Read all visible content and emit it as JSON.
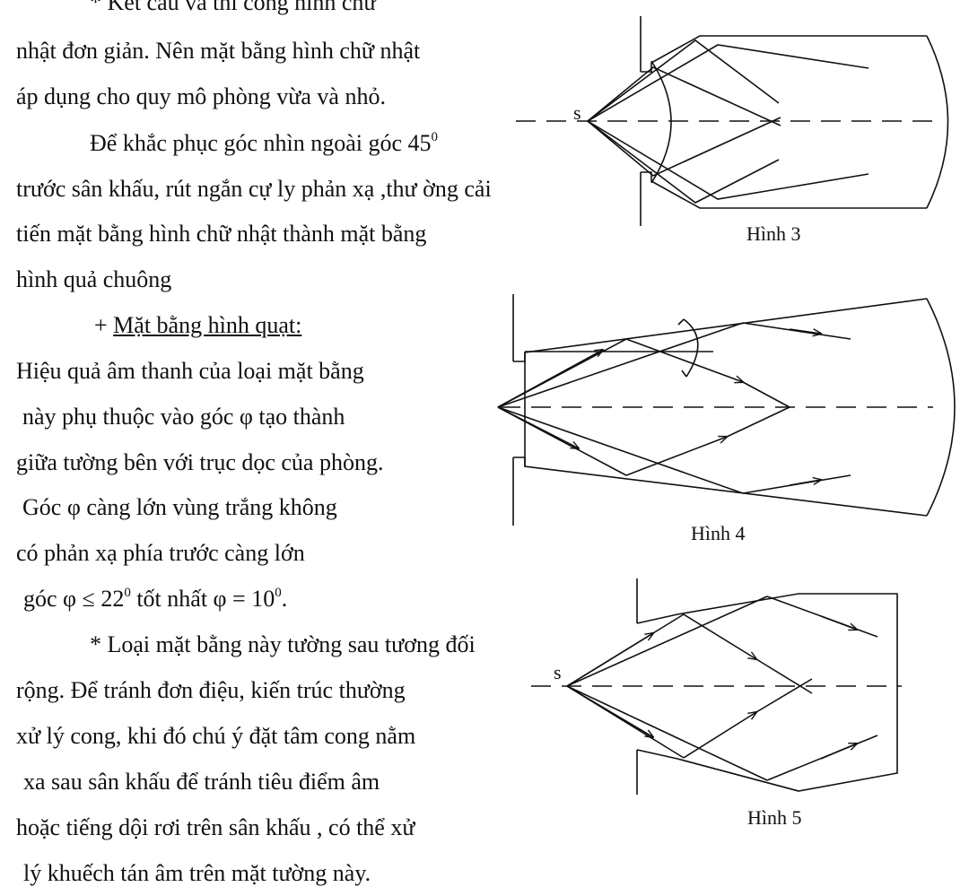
{
  "paragraphs": {
    "l1": "* Kết cấu và thi công hình chữ",
    "l2": "nhật đơn giản. Nên mặt bằng hình chữ nhật",
    "l3": "áp dụng cho quy mô phòng vừa và nhỏ.",
    "l4_pre": "Để khắc phục góc nhìn ngoài góc 45",
    "l4_sup": "0",
    "l5": "trước sân khấu, rút ngắn cự ly phản xạ ,thư ờng cải",
    "l6": "tiến mặt bằng hình chữ nhật thành mặt bằng",
    "l7": "hình quả chuông",
    "l8_plus": "+ ",
    "l8_heading": "Mặt bằng hình quạt:",
    "l9": "Hiệu quả âm thanh của loại mặt bằng",
    "l10": "này phụ thuộc vào góc φ tạo thành",
    "l11": "giữa tường bên với trục dọc của phòng.",
    "l12": "Góc φ càng lớn vùng trắng không",
    "l13": "có phản xạ phía trước càng lớn",
    "l14_a": "góc φ ≤ 22",
    "l14_sup1": "0",
    "l14_b": " tốt nhất φ = 10",
    "l14_sup2": "0",
    "l14_c": ".",
    "l15": "* Loại mặt bằng này tường sau tương đối",
    "l16": "rộng. Để tránh đơn điệu, kiến trúc thường",
    "l17": "xử lý cong, khi đó chú ý đặt tâm cong nằm",
    "l18": "xa sau sân khấu để tránh tiêu điểm âm",
    "l19": "hoặc tiếng dội rơi trên sân khấu , có thể xử",
    "l20": "lý khuếch tán âm trên mặt tường này."
  },
  "figures": {
    "fig3": {
      "caption": "Hình 3",
      "source_label": "s"
    },
    "fig4": {
      "caption": "Hình 4"
    },
    "fig5": {
      "caption": "Hình 5",
      "source_label": "s"
    }
  }
}
